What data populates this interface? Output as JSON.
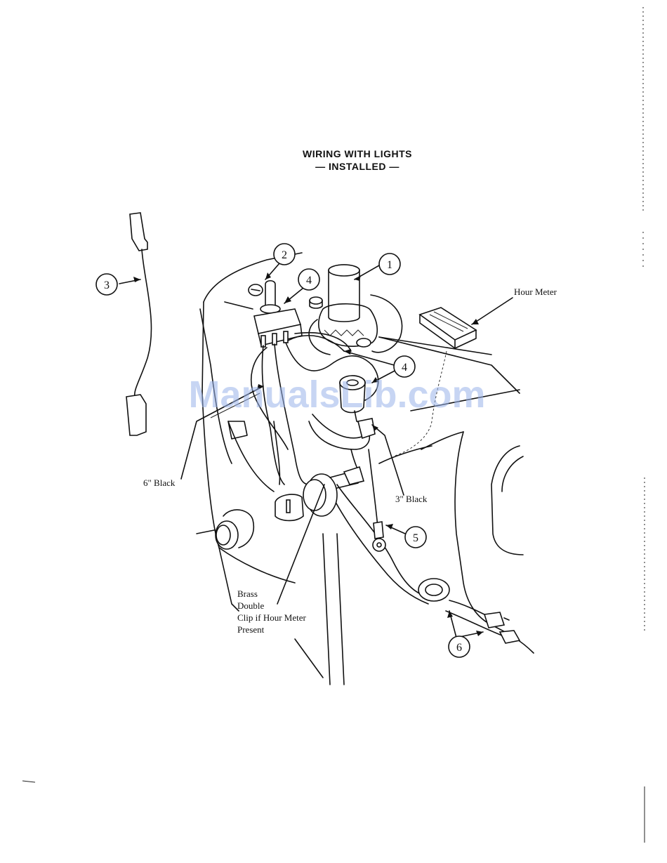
{
  "title": {
    "line1": "WIRING WITH LIGHTS",
    "line2": "— INSTALLED —"
  },
  "watermark": "ManualsLib.com",
  "callouts": [
    {
      "id": "callout-1",
      "number": "1"
    },
    {
      "id": "callout-2",
      "number": "2"
    },
    {
      "id": "callout-3",
      "number": "3"
    },
    {
      "id": "callout-4a",
      "number": "4"
    },
    {
      "id": "callout-4b",
      "number": "4"
    },
    {
      "id": "callout-5",
      "number": "5"
    },
    {
      "id": "callout-6",
      "number": "6"
    }
  ],
  "labels": {
    "hour_meter": "Hour Meter",
    "six_inch_black": "6\" Black",
    "three_inch_black": "3\" Black",
    "brass_line1": "Brass",
    "brass_line2": "Double",
    "brass_line3": "Clip if Hour Meter",
    "brass_line4": "Present"
  }
}
